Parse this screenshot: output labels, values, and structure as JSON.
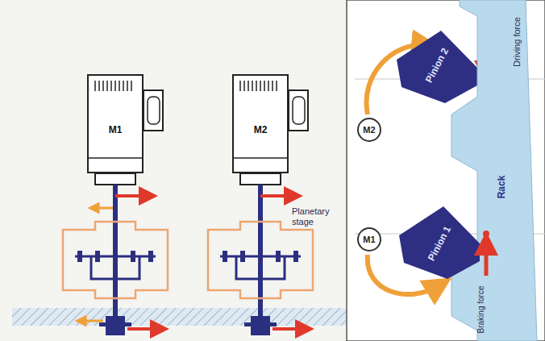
{
  "diagram": {
    "nodes": [
      {
        "text": [
          "M1"
        ]
      },
      {
        "text": [
          "M2"
        ]
      },
      {
        "text": [
          "M2"
        ]
      },
      {
        "text": [
          "Pinion 2"
        ]
      },
      {
        "text": [
          "Rack"
        ]
      },
      {
        "text": [
          "M1"
        ]
      },
      {
        "text": [
          "Pinion 1"
        ]
      }
    ],
    "labels": [
      "Planetary stage",
      "Driving force",
      "Braking force"
    ]
  }
}
